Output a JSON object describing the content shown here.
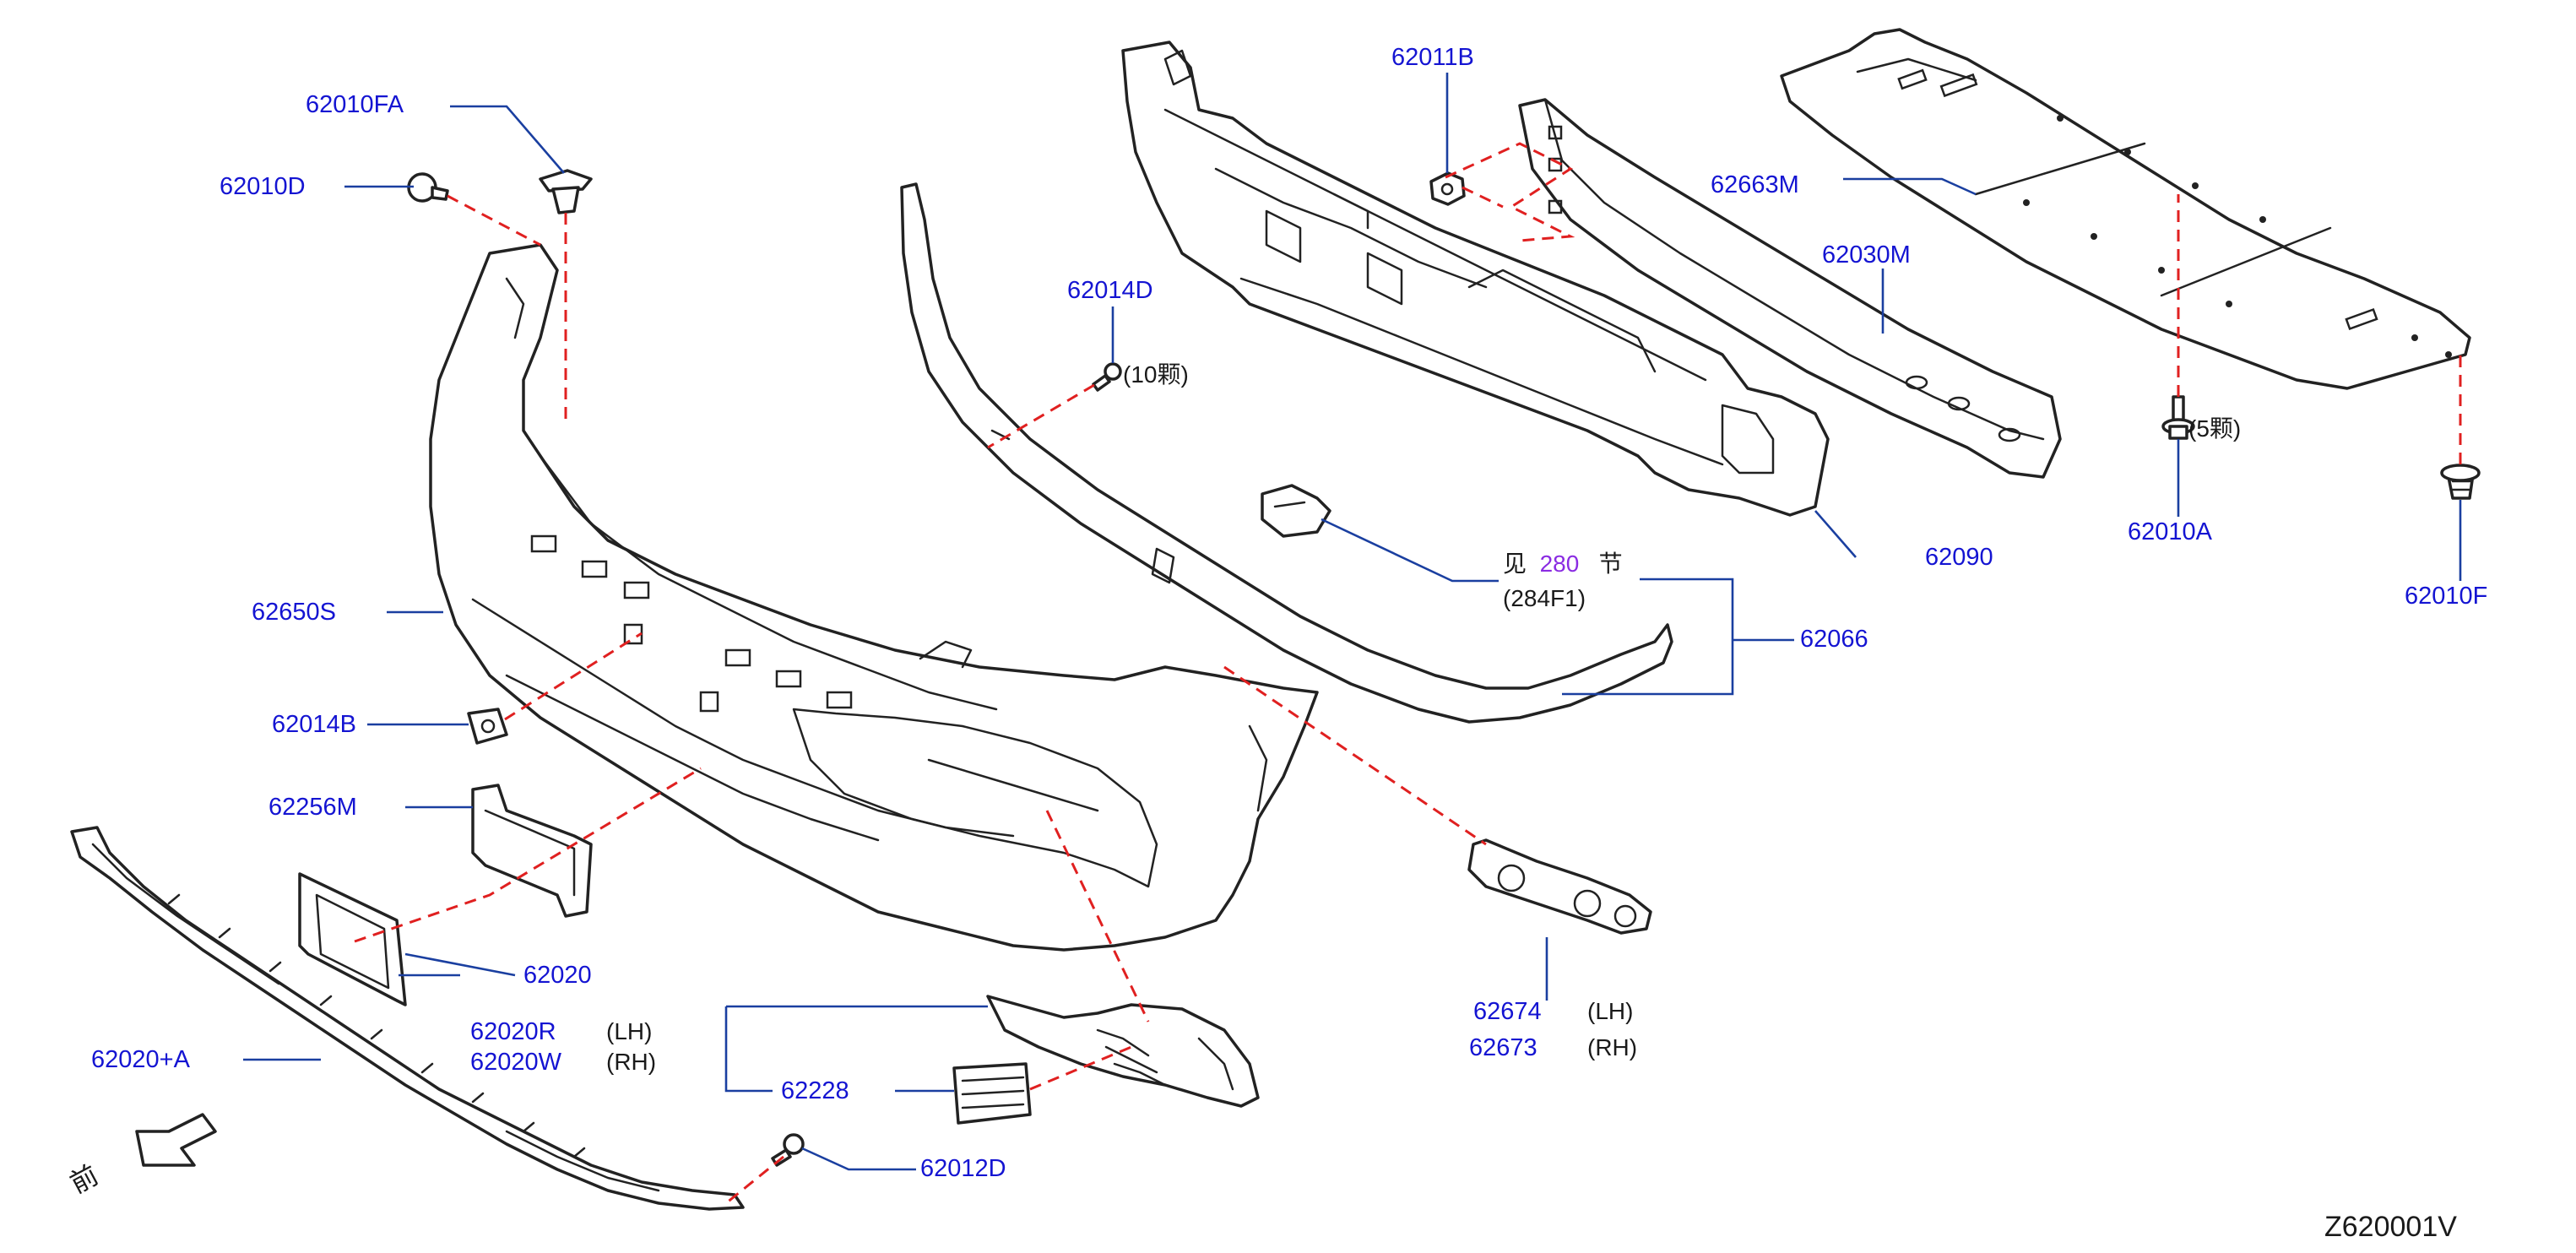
{
  "labels": {
    "p62010FA": "62010FA",
    "p62010D": "62010D",
    "p62011B": "62011B",
    "p62663M": "62663M",
    "p62030M": "62030M",
    "p62014D": "62014D",
    "p62010A": "62010A",
    "p62010F": "62010F",
    "p62090": "62090",
    "p62066": "62066",
    "p62650S": "62650S",
    "p62014B": "62014B",
    "p62256M": "62256M",
    "p62020": "62020",
    "p62020R": "62020R",
    "p62020W": "62020W",
    "p62020A": "62020+A",
    "p62228": "62228",
    "p62012D": "62012D",
    "p62674": "62674",
    "p62673": "62673"
  },
  "notes": {
    "qty10": "(10颗)",
    "qty5": "(5颗)",
    "see_prefix": "见",
    "see_num": "280",
    "see_suffix": "节",
    "ref284": "(284F1)",
    "lh1": "(LH)",
    "rh1": "(RH)",
    "lh2": "(LH)",
    "rh2": "(RH)",
    "front": "前"
  },
  "diagram_code": "Z620001V",
  "colors": {
    "label": "#1414d2",
    "leader": "#1a3fa0",
    "dashed": "#e02020",
    "part_stroke": "#222222",
    "highlight": "#8a2be2"
  }
}
